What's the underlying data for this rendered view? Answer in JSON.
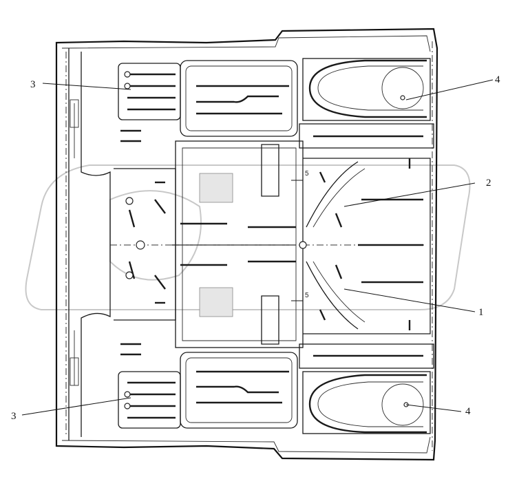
{
  "diagram": {
    "callouts": [
      {
        "id": "c3a",
        "label": "3"
      },
      {
        "id": "c4a",
        "label": "4"
      },
      {
        "id": "c2",
        "label": "2"
      },
      {
        "id": "c1",
        "label": "1"
      },
      {
        "id": "c3b",
        "label": "3"
      },
      {
        "id": "c4b",
        "label": "4"
      }
    ],
    "inline_marks": [
      {
        "id": "m5a",
        "label": "5"
      },
      {
        "id": "m5b",
        "label": "5"
      }
    ]
  }
}
